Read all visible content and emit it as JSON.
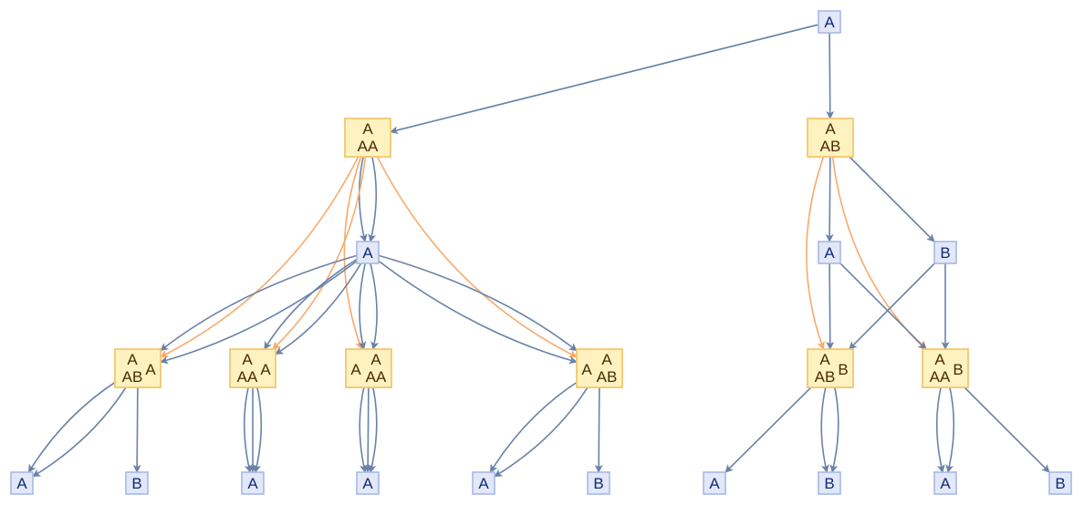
{
  "colors": {
    "state_fill": "#fef3c0",
    "state_stroke": "#f5c66e",
    "state_text": "#4a2a05",
    "token_fill": "#e2e8f8",
    "token_stroke": "#a7b8e8",
    "token_text": "#0f2a78",
    "causal_edge": "#6a82a8",
    "branch_edge": "#f8aa6c"
  },
  "nodes": [
    {
      "id": "root",
      "kind": "token",
      "lines": [
        "A"
      ]
    },
    {
      "id": "s1",
      "kind": "state",
      "lines": [
        "A",
        "AA"
      ]
    },
    {
      "id": "s2",
      "kind": "state",
      "lines": [
        "A",
        "AB"
      ]
    },
    {
      "id": "t1",
      "kind": "token",
      "lines": [
        "A"
      ]
    },
    {
      "id": "t2",
      "kind": "token",
      "lines": [
        "A"
      ]
    },
    {
      "id": "t3",
      "kind": "token",
      "lines": [
        "B"
      ]
    },
    {
      "id": "u1",
      "kind": "state",
      "lines": [
        "A",
        "AB"
      ],
      "side": "A",
      "side_pos": "right"
    },
    {
      "id": "u2",
      "kind": "state",
      "lines": [
        "A",
        "AA"
      ],
      "side": "A",
      "side_pos": "right"
    },
    {
      "id": "u3",
      "kind": "state",
      "lines": [
        "A",
        "AA"
      ],
      "side": "A",
      "side_pos": "left"
    },
    {
      "id": "u4",
      "kind": "state",
      "lines": [
        "A",
        "AB"
      ],
      "side": "A",
      "side_pos": "left"
    },
    {
      "id": "u5",
      "kind": "state",
      "lines": [
        "A",
        "AB"
      ],
      "side": "B",
      "side_pos": "right"
    },
    {
      "id": "u6",
      "kind": "state",
      "lines": [
        "A",
        "AA"
      ],
      "side": "B",
      "side_pos": "right"
    },
    {
      "id": "l1",
      "kind": "token",
      "lines": [
        "A"
      ]
    },
    {
      "id": "l2",
      "kind": "token",
      "lines": [
        "B"
      ]
    },
    {
      "id": "l3",
      "kind": "token",
      "lines": [
        "A"
      ]
    },
    {
      "id": "l4",
      "kind": "token",
      "lines": [
        "A"
      ]
    },
    {
      "id": "l5",
      "kind": "token",
      "lines": [
        "A"
      ]
    },
    {
      "id": "l6",
      "kind": "token",
      "lines": [
        "B"
      ]
    },
    {
      "id": "l7",
      "kind": "token",
      "lines": [
        "A"
      ]
    },
    {
      "id": "l8",
      "kind": "token",
      "lines": [
        "B"
      ]
    },
    {
      "id": "l9",
      "kind": "token",
      "lines": [
        "A"
      ]
    },
    {
      "id": "l10",
      "kind": "token",
      "lines": [
        "B"
      ]
    }
  ],
  "edges": [
    {
      "from": "root",
      "to": "s1",
      "type": "causal"
    },
    {
      "from": "root",
      "to": "s2",
      "type": "causal"
    },
    {
      "from": "s1",
      "to": "t1",
      "type": "causal",
      "multiplicity": 2
    },
    {
      "from": "s1",
      "to": "u1",
      "type": "branch"
    },
    {
      "from": "s1",
      "to": "u2",
      "type": "branch"
    },
    {
      "from": "s1",
      "to": "u3",
      "type": "branch"
    },
    {
      "from": "s1",
      "to": "u4",
      "type": "branch"
    },
    {
      "from": "t1",
      "to": "u1",
      "type": "causal",
      "multiplicity": 2
    },
    {
      "from": "t1",
      "to": "u2",
      "type": "causal",
      "multiplicity": 2
    },
    {
      "from": "t1",
      "to": "u3",
      "type": "causal",
      "multiplicity": 2
    },
    {
      "from": "t1",
      "to": "u4",
      "type": "causal",
      "multiplicity": 2
    },
    {
      "from": "s2",
      "to": "t2",
      "type": "causal"
    },
    {
      "from": "s2",
      "to": "t3",
      "type": "causal"
    },
    {
      "from": "s2",
      "to": "u5",
      "type": "branch"
    },
    {
      "from": "s2",
      "to": "u6",
      "type": "branch"
    },
    {
      "from": "t2",
      "to": "u5",
      "type": "causal"
    },
    {
      "from": "t2",
      "to": "u6",
      "type": "causal"
    },
    {
      "from": "t3",
      "to": "u5",
      "type": "causal"
    },
    {
      "from": "t3",
      "to": "u6",
      "type": "causal"
    },
    {
      "from": "u1",
      "to": "l1",
      "type": "causal",
      "multiplicity": 2
    },
    {
      "from": "u1",
      "to": "l2",
      "type": "causal"
    },
    {
      "from": "u2",
      "to": "l3",
      "type": "causal",
      "multiplicity": 3
    },
    {
      "from": "u3",
      "to": "l4",
      "type": "causal",
      "multiplicity": 3
    },
    {
      "from": "u4",
      "to": "l5",
      "type": "causal",
      "multiplicity": 2
    },
    {
      "from": "u4",
      "to": "l6",
      "type": "causal"
    },
    {
      "from": "u5",
      "to": "l7",
      "type": "causal"
    },
    {
      "from": "u5",
      "to": "l8",
      "type": "causal",
      "multiplicity": 2
    },
    {
      "from": "u6",
      "to": "l9",
      "type": "causal",
      "multiplicity": 2
    },
    {
      "from": "u6",
      "to": "l10",
      "type": "causal"
    }
  ]
}
